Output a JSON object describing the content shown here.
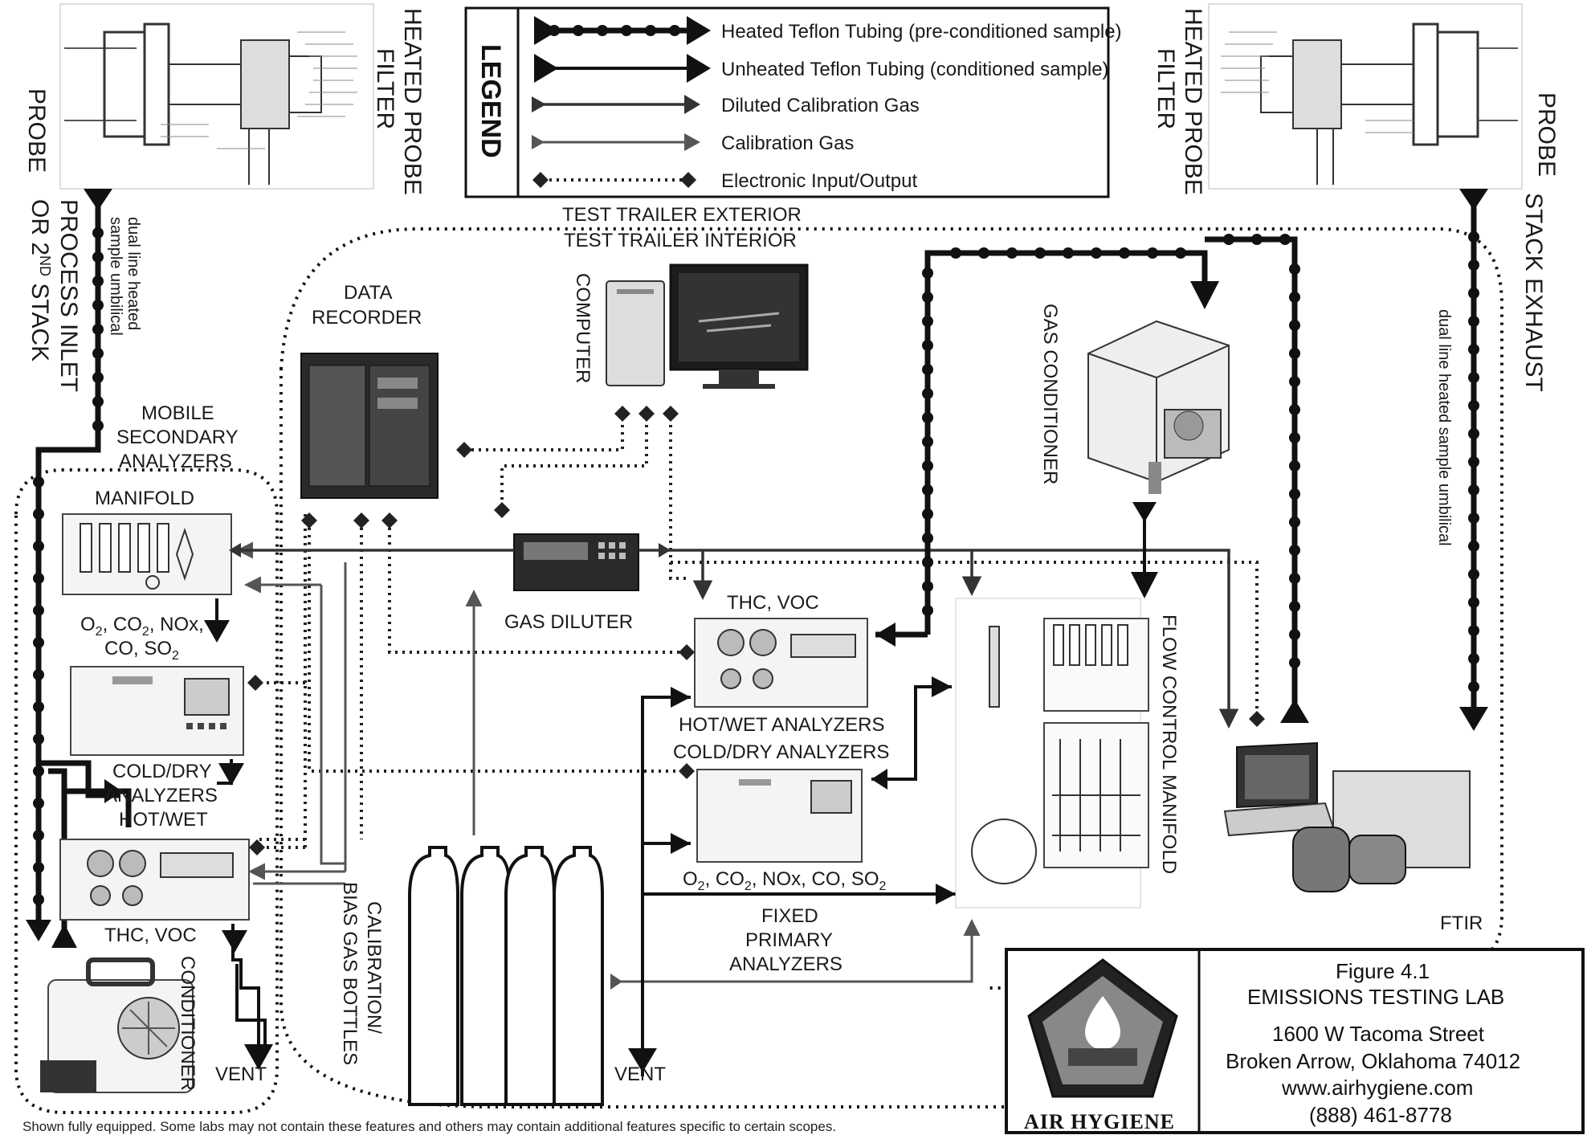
{
  "legend": {
    "title": "LEGEND",
    "items": [
      {
        "label": "Heated Teflon Tubing (pre-conditioned sample)"
      },
      {
        "label": "Unheated Teflon Tubing (conditioned sample)"
      },
      {
        "label": "Diluted Calibration Gas"
      },
      {
        "label": "Calibration Gas"
      },
      {
        "label": "Electronic Input/Output"
      }
    ]
  },
  "labels": {
    "probe_left": "PROBE",
    "heated_filter_left": "HEATED PROBE",
    "heated_filter_left_2": "FILTER",
    "probe_right": "PROBE",
    "heated_filter_right": "HEATED PROBE",
    "heated_filter_right_2": "FILTER",
    "process_inlet_1": "PROCESS INLET",
    "process_inlet_2": "OR 2",
    "process_inlet_sup": "ND",
    "process_inlet_3": " STACK",
    "umbilical_left_1": "dual line heated",
    "umbilical_left_2": "sample umbilical",
    "stack_exhaust": "STACK EXHAUST",
    "umbilical_right": "dual line heated sample umbilical",
    "trailer_exterior": "TEST TRAILER EXTERIOR",
    "trailer_interior": "TEST TRAILER INTERIOR",
    "data_recorder_1": "DATA",
    "data_recorder_2": "RECORDER",
    "computer": "COMPUTER",
    "gas_conditioner": "GAS CONDITIONER",
    "mobile_1": "MOBILE",
    "mobile_2": "SECONDARY",
    "mobile_3": "ANALYZERS",
    "manifold": "MANIFOLD",
    "mob_gases_1": "O",
    "mob_gases_1_sub": "2",
    "mob_gases_1b": ", CO",
    "mob_gases_1b_sub": "2",
    "mob_gases_1c": ", NOx,",
    "mob_gases_2": "CO, SO",
    "mob_gases_2_sub": "2",
    "cold_dry_mob_1": "COLD/DRY",
    "cold_dry_mob_2": "ANALYZERS",
    "hot_wet_mob": "HOT/WET",
    "thc_voc_mob": "THC, VOC",
    "conditioner_mob": "CONDITIONER",
    "vent_left": "VENT",
    "gas_diluter": "GAS DILUTER",
    "thc_voc_fixed": "THC, VOC",
    "hot_wet_fixed": "HOT/WET ANALYZERS",
    "cold_dry_fixed": "COLD/DRY ANALYZERS",
    "fixed_gases": "O",
    "fixed_gases_sub1": "2",
    "fixed_gases_b": ", CO",
    "fixed_gases_sub2": "2",
    "fixed_gases_c": ", NOx, CO, SO",
    "fixed_gases_sub3": "2",
    "fixed_1": "FIXED",
    "fixed_2": "PRIMARY",
    "fixed_3": "ANALYZERS",
    "calibration_1": "CALIBRATION/",
    "calibration_2": "BIAS GAS BOTTLES",
    "vent_mid": "VENT",
    "flow_control": "FLOW CONTROL MANIFOLD",
    "ftir": "FTIR"
  },
  "figure": {
    "number": "Figure 4.1",
    "title": "EMISSIONS TESTING LAB",
    "address_1": "1600 W Tacoma Street",
    "address_2": "Broken Arrow, Oklahoma 74012",
    "website": "www.airhygiene.com",
    "phone": "(888) 461-8778",
    "brand": "AIR HYGIENE"
  },
  "footnote": "Shown fully equipped.  Some labs may not contain these features and others may contain additional features specific to certain scopes."
}
